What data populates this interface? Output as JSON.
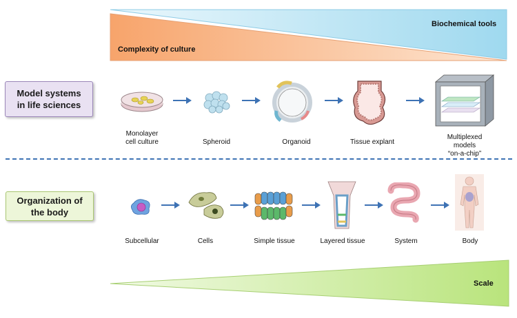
{
  "wedges": {
    "biochemical_tools": "Biochemical tools",
    "complexity_of_culture": "Complexity of culture",
    "scale": "Scale"
  },
  "categories": {
    "model_systems": "Model systems\nin life sciences",
    "organization": "Organization of\nthe body"
  },
  "model_systems": [
    {
      "label": "Monolayer\ncell culture",
      "icon": "petri-dish-icon"
    },
    {
      "label": "Spheroid",
      "icon": "spheroid-icon"
    },
    {
      "label": "Organoid",
      "icon": "organoid-icon"
    },
    {
      "label": "Tissue explant",
      "icon": "tissue-explant-icon"
    },
    {
      "label": "Multiplexed models\n“on-a-chip”",
      "icon": "organ-on-chip-icon"
    }
  ],
  "organization": [
    {
      "label": "Subcellular",
      "icon": "subcellular-icon"
    },
    {
      "label": "Cells",
      "icon": "cells-icon"
    },
    {
      "label": "Simple  tissue",
      "icon": "simple-tissue-icon"
    },
    {
      "label": "Layered tissue",
      "icon": "layered-tissue-icon"
    },
    {
      "label": "System",
      "icon": "intestine-icon"
    },
    {
      "label": "Body",
      "icon": "human-body-icon"
    }
  ],
  "colors": {
    "blue_wedge": "#b9e3f3",
    "orange_wedge": "#f6b98c",
    "green_wedge": "#c9ec96",
    "arrow": "#3d72b4",
    "divider": "#3d72b4"
  }
}
